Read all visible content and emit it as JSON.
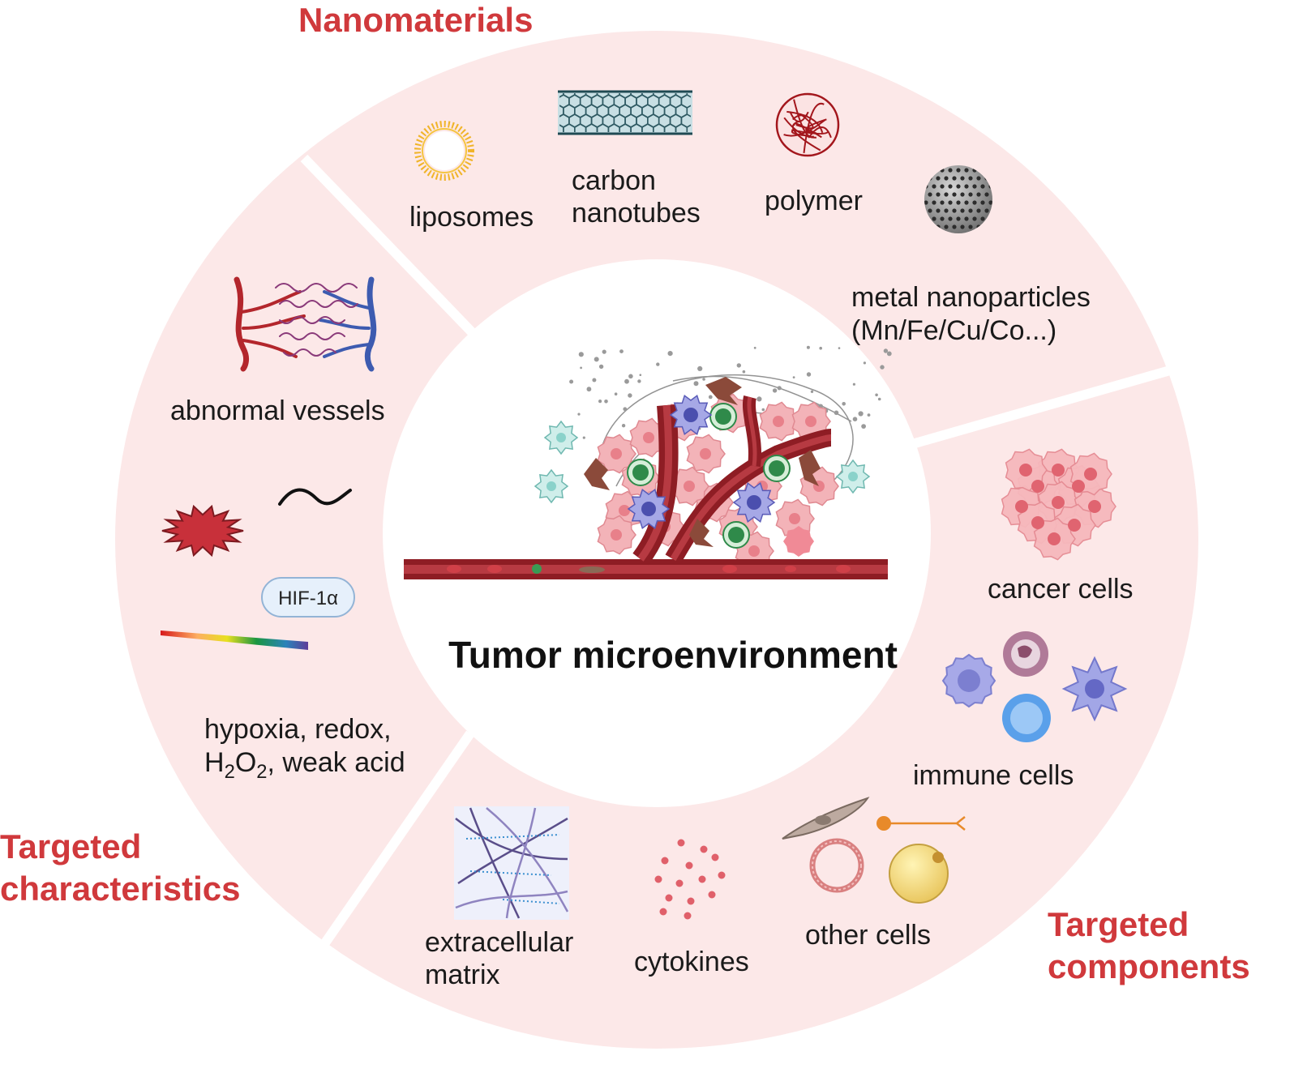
{
  "center": {
    "title": "Tumor microenvironment"
  },
  "sections": {
    "nanomaterials": {
      "title": "Nanomaterials",
      "items": {
        "liposomes": "liposomes",
        "carbon_nanotubes_line1": "carbon",
        "carbon_nanotubes_line2": "nanotubes",
        "polymer": "polymer",
        "metal_line1": "metal nanoparticles",
        "metal_line2": "(Mn/Fe/Cu/Co...)"
      }
    },
    "targeted_characteristics": {
      "title_line1": "Targeted",
      "title_line2": "characteristics",
      "items": {
        "abnormal_vessels": "abnormal vessels",
        "hif_badge": "HIF-1α",
        "chem_line1": "hypoxia, redox,",
        "chem_h": "H",
        "chem_2a": "2",
        "chem_o": "O",
        "chem_2b": "2",
        "chem_rest": ", weak acid"
      }
    },
    "targeted_components": {
      "title_line1": "Targeted",
      "title_line2": "components",
      "items": {
        "cancer_cells": "cancer cells",
        "immune_cells": "immune cells",
        "other_cells": "other cells",
        "cytokines": "cytokines",
        "ecm_line1": "extracellular",
        "ecm_line2": "matrix"
      }
    }
  },
  "colors": {
    "ring": "#fce8e8",
    "accent_red": "#d0393c",
    "vessel": "#8e1d24"
  }
}
